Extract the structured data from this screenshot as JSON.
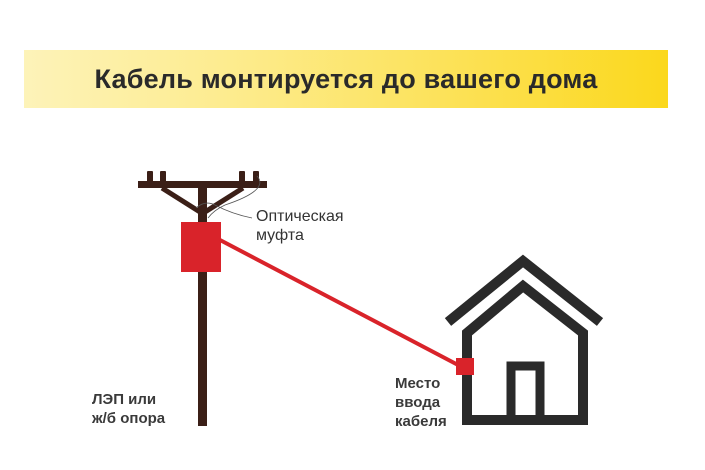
{
  "banner": {
    "title": "Кабель монтируется до вашего дома"
  },
  "labels": {
    "coupler": {
      "line1": "Оптическая",
      "line2": "муфта"
    },
    "pole": {
      "line1": "ЛЭП или",
      "line2": "ж/б опора"
    },
    "entry": {
      "line1": "Место",
      "line2": "ввода",
      "line3": "кабеля"
    }
  },
  "colors": {
    "accent_red": "#d9232a",
    "cable_red": "#d9232a",
    "pole_brown": "#3b1f17",
    "house_dark": "#2a2a2a",
    "banner_yellow": "#fbd81c"
  }
}
